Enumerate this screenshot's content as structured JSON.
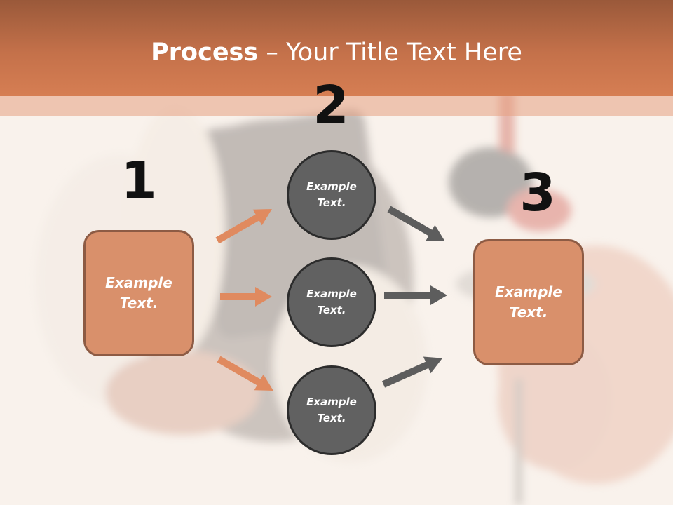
{
  "title": {
    "bold": "Process",
    "rest": " – Your Title Text Here"
  },
  "steps": [
    {
      "number": "1",
      "label": "Example\nText."
    },
    {
      "number": "2"
    },
    {
      "number": "3",
      "label": "Example\nText."
    }
  ],
  "circles": [
    {
      "label": "Example\nText."
    },
    {
      "label": "Example\nText."
    },
    {
      "label": "Example\nText."
    }
  ],
  "colors": {
    "header": "#c4714a",
    "box_fill": "#d9906b",
    "box_border": "#8d5b44",
    "circle_fill": "#616161",
    "arrow_orange": "#e08a5f",
    "arrow_gray": "#5d5d5d"
  }
}
